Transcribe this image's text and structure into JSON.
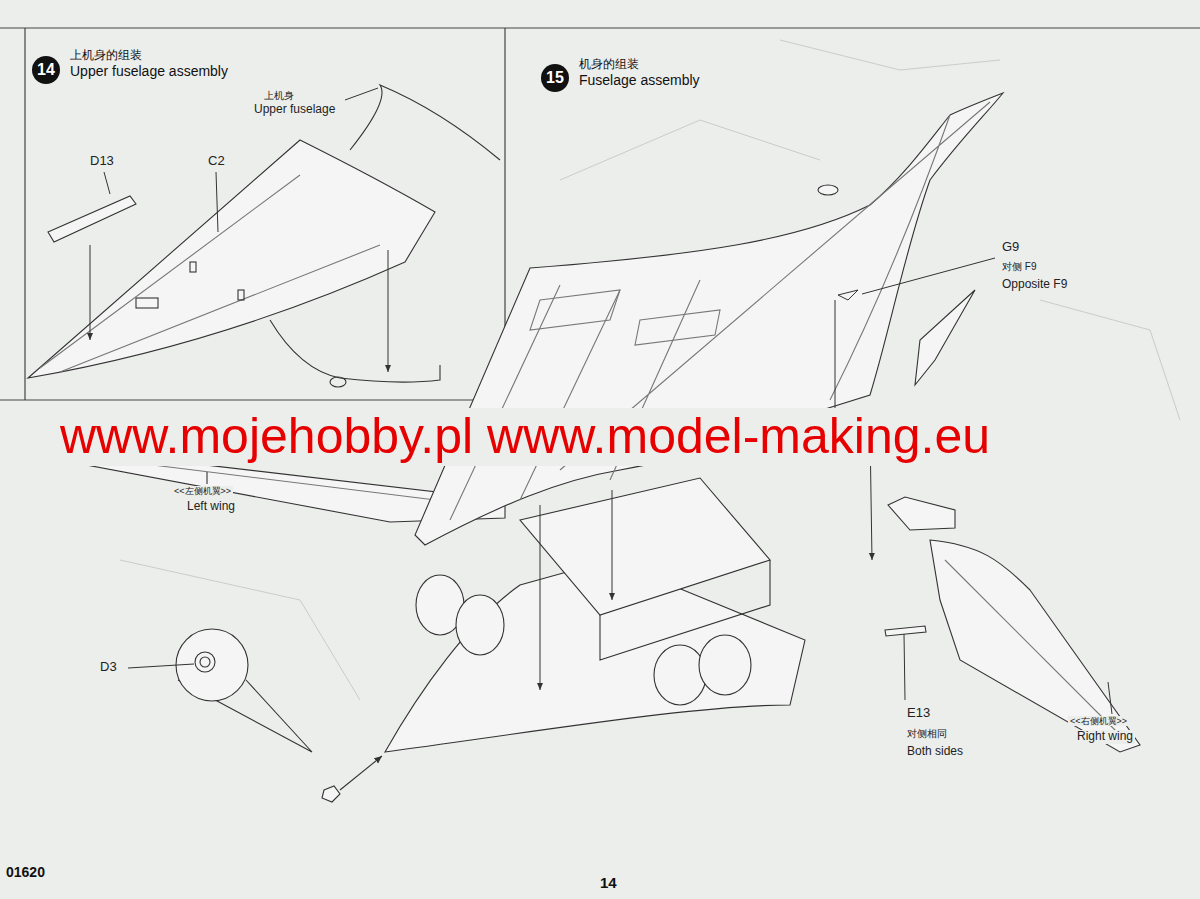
{
  "diagram": {
    "nodes": [
      {
        "text": [
          "14",
          "上机身的组装",
          "Upper fuselage assembly"
        ]
      },
      {
        "text": [
          "15",
          "机身的组装",
          "Fuselage assembly"
        ]
      }
    ],
    "labels": [
      "D13",
      "C2",
      "上机身",
      "Upper fuselage",
      "G9",
      "对侧 F9",
      "Opposite F9",
      "<<左侧机翼>>",
      "Left wing",
      "D3",
      "E13",
      "对侧相同",
      "Both sides",
      "<<右侧机翼>>",
      "Right wing",
      "01620",
      "14",
      "www.mojehobby.pl www.model-making.eu"
    ]
  }
}
